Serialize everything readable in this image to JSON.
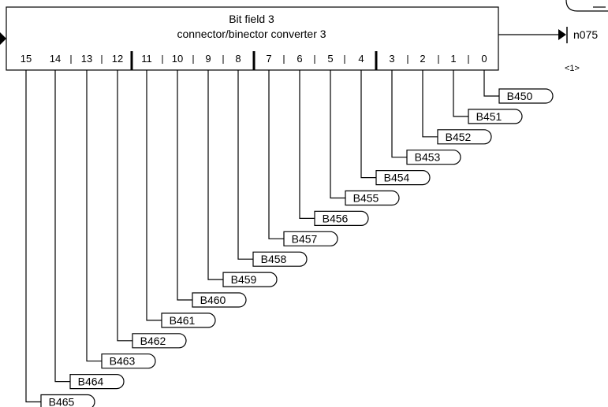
{
  "block": {
    "title_line1": "Bit field 3",
    "title_line2": "connector/binector converter 3"
  },
  "output": {
    "connector": "n075",
    "footnote": "<1>"
  },
  "bits": [
    "15",
    "14",
    "13",
    "12",
    "11",
    "10",
    "9",
    "8",
    "7",
    "6",
    "5",
    "4",
    "3",
    "2",
    "1",
    "0"
  ],
  "binectors": [
    {
      "bit": "0",
      "label": "B450"
    },
    {
      "bit": "1",
      "label": "B451"
    },
    {
      "bit": "2",
      "label": "B452"
    },
    {
      "bit": "3",
      "label": "B453"
    },
    {
      "bit": "4",
      "label": "B454"
    },
    {
      "bit": "5",
      "label": "B455"
    },
    {
      "bit": "6",
      "label": "B456"
    },
    {
      "bit": "7",
      "label": "B457"
    },
    {
      "bit": "8",
      "label": "B458"
    },
    {
      "bit": "9",
      "label": "B459"
    },
    {
      "bit": "10",
      "label": "B460"
    },
    {
      "bit": "11",
      "label": "B461"
    },
    {
      "bit": "12",
      "label": "B462"
    },
    {
      "bit": "13",
      "label": "B463"
    },
    {
      "bit": "14",
      "label": "B464"
    },
    {
      "bit": "15",
      "label": "B465"
    }
  ]
}
